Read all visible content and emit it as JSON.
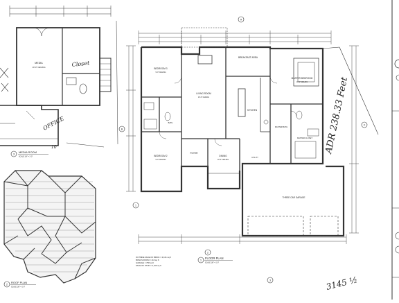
{
  "media_room": {
    "title": "MEDIA ROOM",
    "scale": "SCALE 1/8\" = 1'-0\"",
    "number": "3",
    "room_name": "MEDIA",
    "ceiling": "10'-0\" CEILING",
    "closet_note": "Closet",
    "office_note": "OFFICE",
    "dim_note": "10'"
  },
  "roof_plan": {
    "title": "ROOF PLAN",
    "scale": "SCALE 1/8\" = 1'-0\"",
    "number": "2"
  },
  "floor_plan": {
    "title": "FLOOR PLAN",
    "scale": "SCALE 1/8\" = 1'-0\"",
    "number": "1",
    "rooms": {
      "bedroom_2": "BEDROOM 2",
      "bedroom_3": "BEDROOM 3",
      "living": "LIVING ROOM",
      "breakfast": "BREAKFAST AREA",
      "kitchen": "KITCHEN",
      "master": "MASTER BEDROOM",
      "master_bath": "MASTER BATH",
      "master_closet": "MASTER CLOSET",
      "dining": "DINING",
      "foyer": "FOYER",
      "garage": "THREE CAR GARAGE",
      "utility": "UTILITY",
      "bath": "BATH"
    },
    "ceiling_10": "10'-0\" CEILING",
    "ceiling_9": "9'-0\" CEILING",
    "areas": [
      "OUTSIDE FACE OF BRICK = 2,101 sq ft",
      "BONUS ROOM = 410 sq ft",
      "GARAGE = 758 sq ft",
      "FACE OF STUD = 2,106 sq ft"
    ]
  },
  "handwriting": {
    "address": "ADR 238.33 Feet",
    "sheet_code": "3145 ½"
  },
  "grid_markers": [
    "A",
    "B",
    "C",
    "1",
    "2",
    "3"
  ]
}
